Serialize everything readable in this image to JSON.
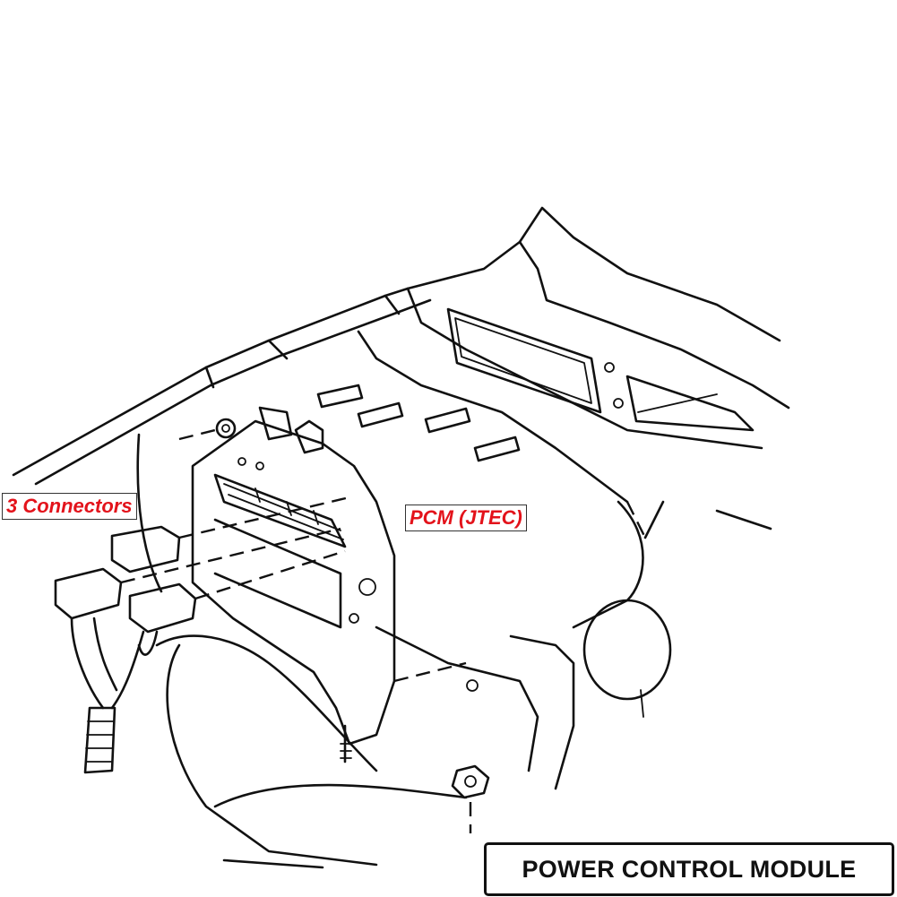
{
  "labels": {
    "connectors": "3 Connectors",
    "pcm": "PCM (JTEC)"
  },
  "title": "POWER CONTROL MODULE",
  "colors": {
    "callout_text": "#e3131b",
    "line": "#111111"
  }
}
